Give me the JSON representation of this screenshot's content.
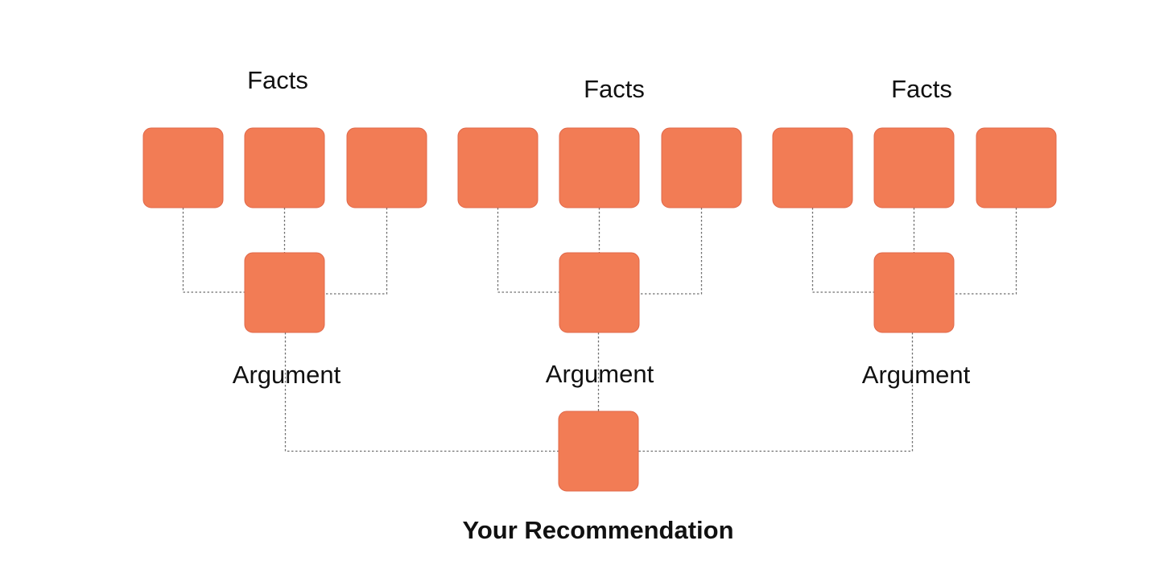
{
  "diagram": {
    "groups": [
      {
        "facts_label": "Facts",
        "argument_label": "Argument",
        "fact_count": 3
      },
      {
        "facts_label": "Facts",
        "argument_label": "Argument",
        "fact_count": 3
      },
      {
        "facts_label": "Facts",
        "argument_label": "Argument",
        "fact_count": 3
      }
    ],
    "root": {
      "label": "Your Recommendation"
    },
    "colors": {
      "node_fill": "#f27c55",
      "node_border": "#e0684a",
      "connector": "#6f6f6f",
      "text": "#111111",
      "background": "#ffffff"
    }
  }
}
